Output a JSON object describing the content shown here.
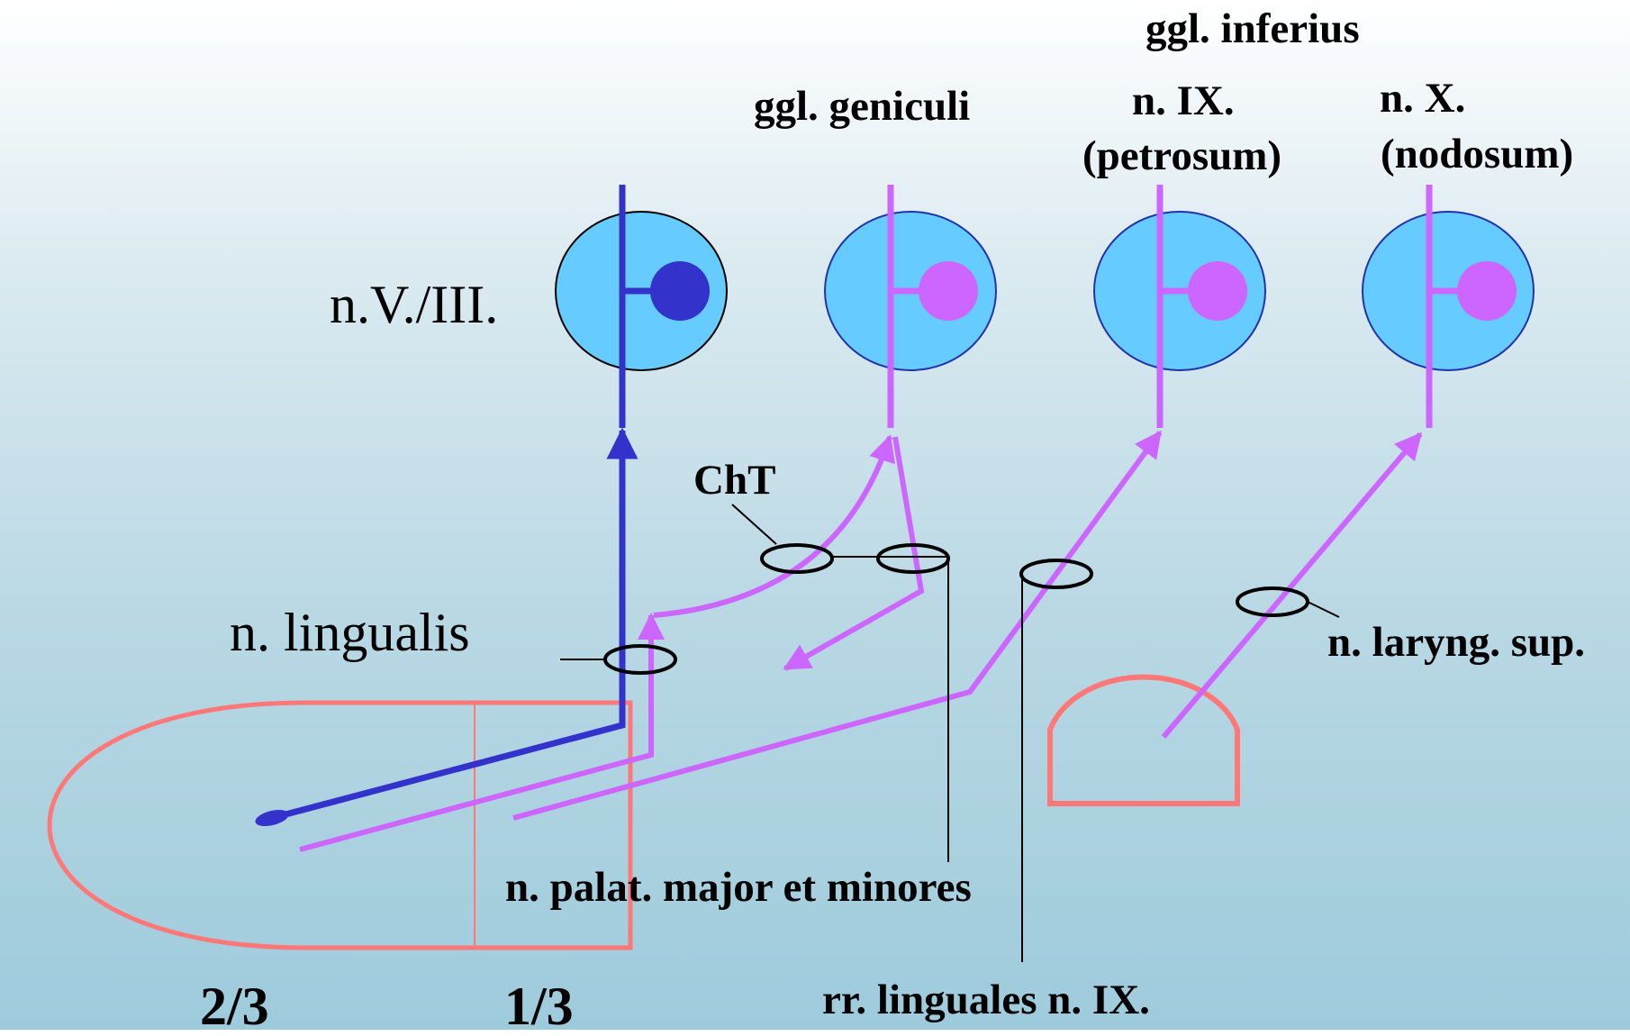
{
  "colors": {
    "sensory_nerve": "#3333cc",
    "taste_nerve": "#cc66ff",
    "ganglion_fill": "#66ccff",
    "tongue_outline": "#ff7777"
  },
  "labels": {
    "nV_III": "n.V./III.",
    "ggl_geniculi": "ggl. geniculi",
    "ggl_inferius": "ggl. inferius",
    "n_ix": "n. IX.",
    "petrosum": "(petrosum)",
    "n_x": "n. X.",
    "nodosum": "(nodosum)",
    "cht": "ChT",
    "n_lingualis": "n. lingualis",
    "n_laryng_sup": "n. laryng. sup.",
    "n_palat": "n. palat. major et minores",
    "rr_linguales": "rr. linguales n. IX.",
    "two_thirds": "2/3",
    "one_third": "1/3"
  }
}
